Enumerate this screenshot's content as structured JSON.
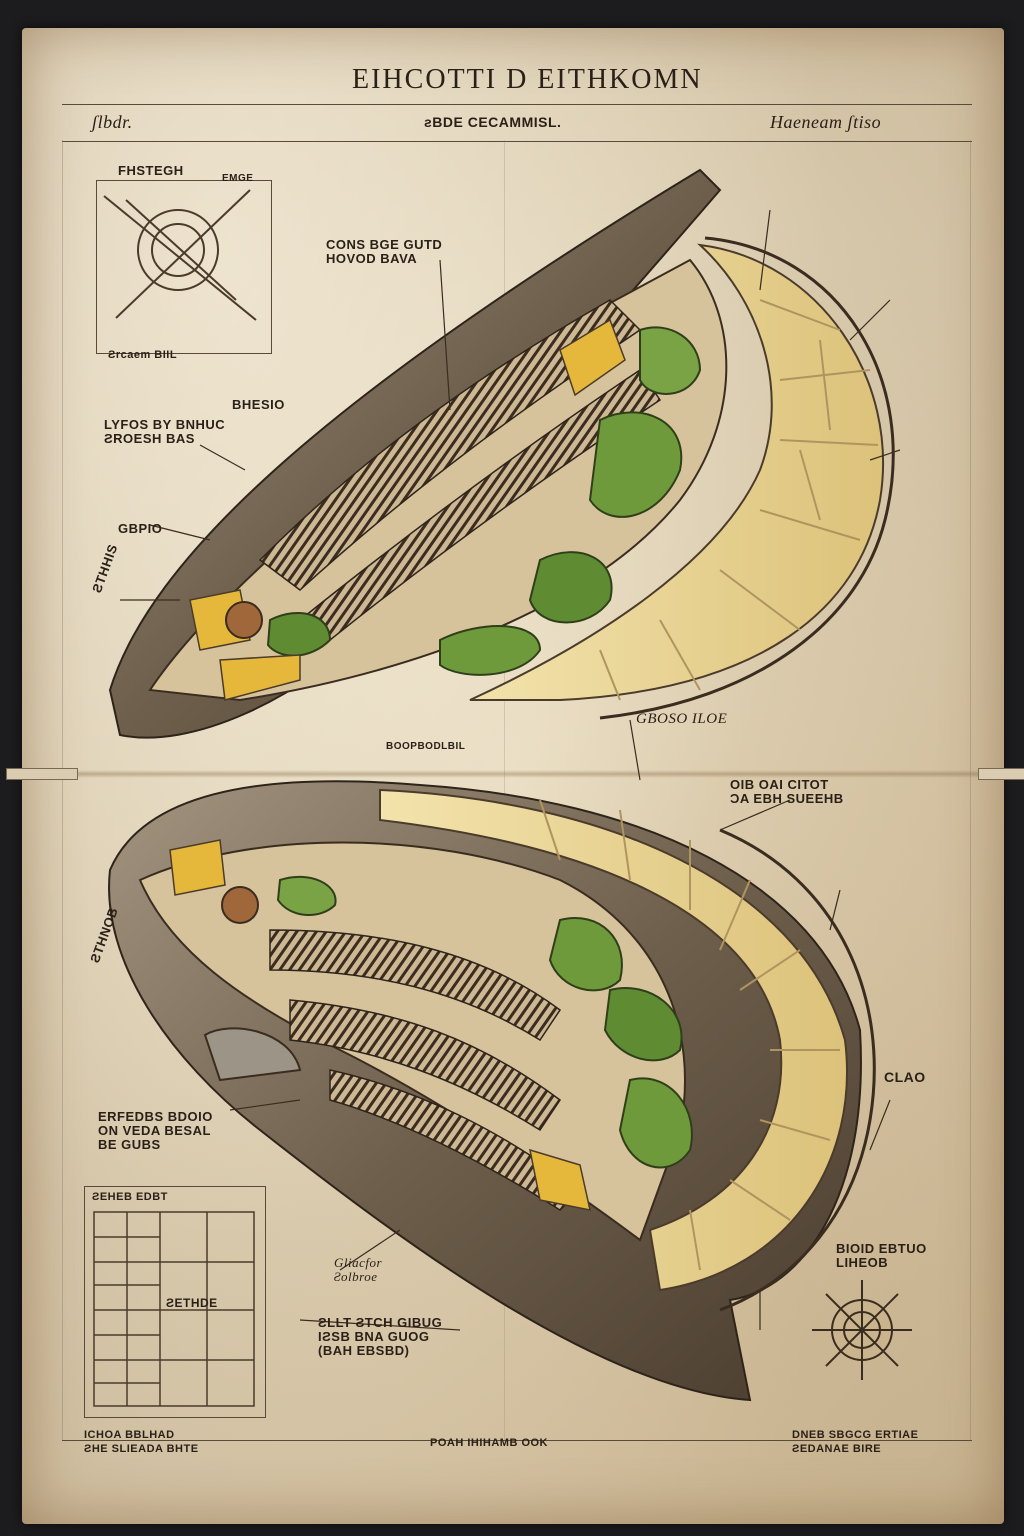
{
  "title": "EIHCOTTI D EITHKOMN",
  "subtitle_left": "ʃlbdr.",
  "subtitle_center": "ƨBDE CECAMMISL.",
  "subtitle_right": "Haeneam ʃtiso",
  "labels": {
    "inset_top_title": "FHSTEGH",
    "inset_top_tag": "EMGE",
    "inset_top_caption": "Ƨrcaem BIIL",
    "label_a": "CONS BGE GUTD\nHOVOD BAVA",
    "label_b": "LYFOS BY BNHUC\nƧROESH BAS",
    "label_c": "BHESIO",
    "label_d": "GBPIO",
    "label_e": "ƧTHHIS",
    "label_f": "GBOSO ILOE",
    "label_g": "BOOPBODLBIL",
    "label_h": "OIB OAI CITOT\nƆA EBH SUEEHB",
    "label_i": "ƧTHNOB",
    "label_j": "ERFEDBS BDOIO\nON VEDA BESAL\nBE GUBS",
    "label_k": "CLAO",
    "label_l": "BIOID EBTUO\nLIHEOB",
    "label_m": "Gliacfor\nƧolbroe",
    "label_n": "ƧLLT ƧTCH GIBUG\nIƧSB BNA GUOG\n(BAH EBSBD)",
    "inset_bottom_title": "ƧEHEB EDBT",
    "inset_bottom_cell": "ƧETHDE",
    "foot_left": "ICHOA BBLHAD\nƧHE SLIEADA BHTE",
    "foot_center": "POAH IHIHAMB OOK",
    "foot_right": "DNEB SBGCG ERTIAE\nƧEDANAE BIRE"
  },
  "colors": {
    "paper": "#ede2c9",
    "ink": "#2a2018",
    "hull": "#7a6a55",
    "cheese": "#ecd79a",
    "green": "#6f9a3c",
    "yellow": "#e5b73a"
  },
  "icons": [
    "compass-rose-icon",
    "compass-rose-icon"
  ]
}
